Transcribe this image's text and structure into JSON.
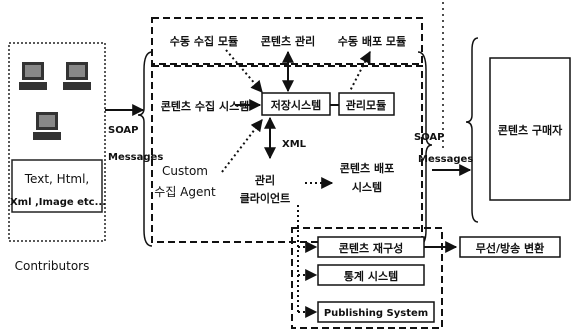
{
  "contributors": {
    "content_types": "Text, Html,",
    "content_types_2": "Xml ,Image etc...",
    "label": "Contributors"
  },
  "soap_in": {
    "line1": "SOAP",
    "line2": "Messages"
  },
  "soap_out": {
    "line1": "SOAP",
    "line2": "Messages"
  },
  "top_modules": {
    "manual_collect": "수동 수집 모듈",
    "content_manage": "콘텐츠 관리",
    "manual_distribute": "수동 배포 모듈"
  },
  "core": {
    "collect_system": "콘텐츠 수집 시스템",
    "storage_system": "저장시스템",
    "manage_module": "관리모듈",
    "xml_label": "XML",
    "custom_agent_1": "Custom",
    "custom_agent_2": "수집 Agent",
    "admin_client_1": "관리",
    "admin_client_2": "클라이언트",
    "distribute_1": "콘텐츠 배포",
    "distribute_2": "시스템"
  },
  "buyer": {
    "label": "콘텐츠 구매자"
  },
  "bottom_systems": {
    "reconstruct": "콘텐츠 재구성",
    "stats": "통계 시스템",
    "publishing": "Publishing System"
  },
  "wireless": {
    "label": "무선/방송 변환"
  }
}
